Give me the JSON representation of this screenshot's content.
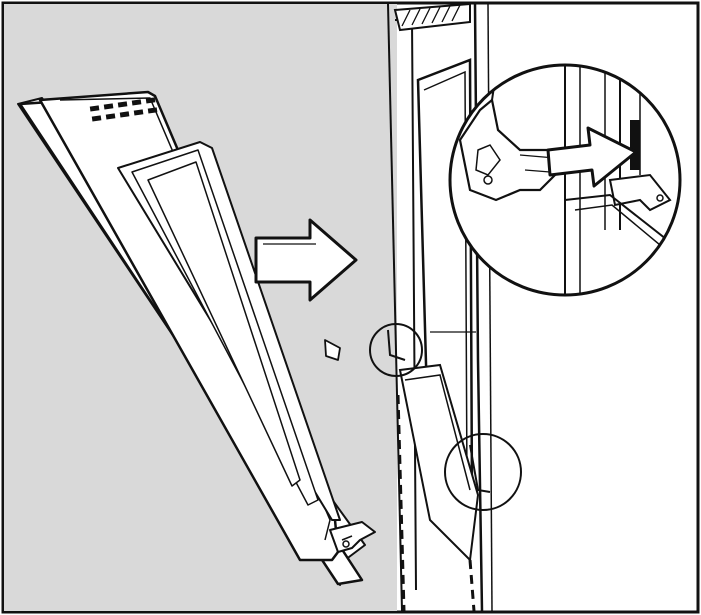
{
  "figure": {
    "kind": "technical-illustration",
    "subject": "oven-door-mounting-instruction",
    "labels": []
  },
  "colors": {
    "background_panel": "#d9d9d9",
    "line": "#111111",
    "fill_white": "#ffffff",
    "frame": "#111111"
  },
  "parts": [
    {
      "id": "oven-door",
      "icon": "door-panel"
    },
    {
      "id": "direction-arrow",
      "icon": "arrow-right"
    },
    {
      "id": "oven-frame",
      "icon": "frame-edge"
    },
    {
      "id": "hinge-detail-callout",
      "icon": "magnifier-circle"
    },
    {
      "id": "upper-hinge-marker",
      "icon": "circle-marker"
    },
    {
      "id": "lower-hinge-marker",
      "icon": "circle-marker"
    },
    {
      "id": "guide-dashed-line",
      "icon": "dashed-line"
    }
  ]
}
